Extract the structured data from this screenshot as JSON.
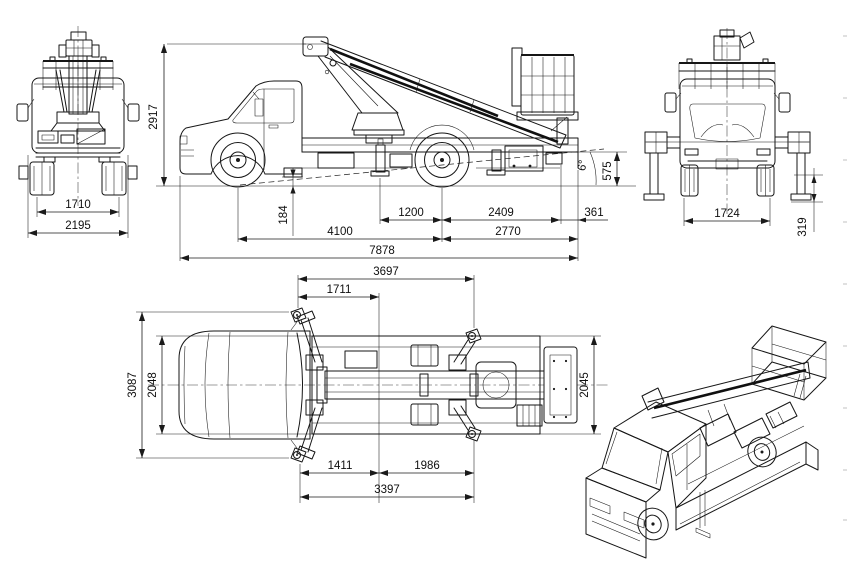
{
  "colors": {
    "line": "#161616",
    "dimension": "#1a1a1a",
    "background": "#ffffff"
  },
  "dims": {
    "back": {
      "wheel_track": "1710",
      "overall_width": "2195"
    },
    "side": {
      "overall_height": "2917",
      "step_clearance": "184",
      "jack_to_rear_axle": "1200",
      "rear_axle_to_tail": "2409",
      "tail_overhang": "361",
      "wheelbase": "4100",
      "rear_axle_to_rear_end": "2770",
      "overall_length": "7878",
      "rear_clearance_height": "575",
      "departure_angle": "6°"
    },
    "front": {
      "wheel_track": "1724",
      "outrigger_foot_height": "319"
    },
    "plan": {
      "outrigger_span_length": "3697",
      "front_outrigger_to_axle": "1711",
      "front_outrigger_span_width": "3087",
      "body_width": "2048",
      "rear_outrigger_span_width": "2045",
      "front_outrigger_to_center": "1411",
      "center_to_rear_outrigger": "1986",
      "outrigger_base_length": "3397"
    }
  }
}
